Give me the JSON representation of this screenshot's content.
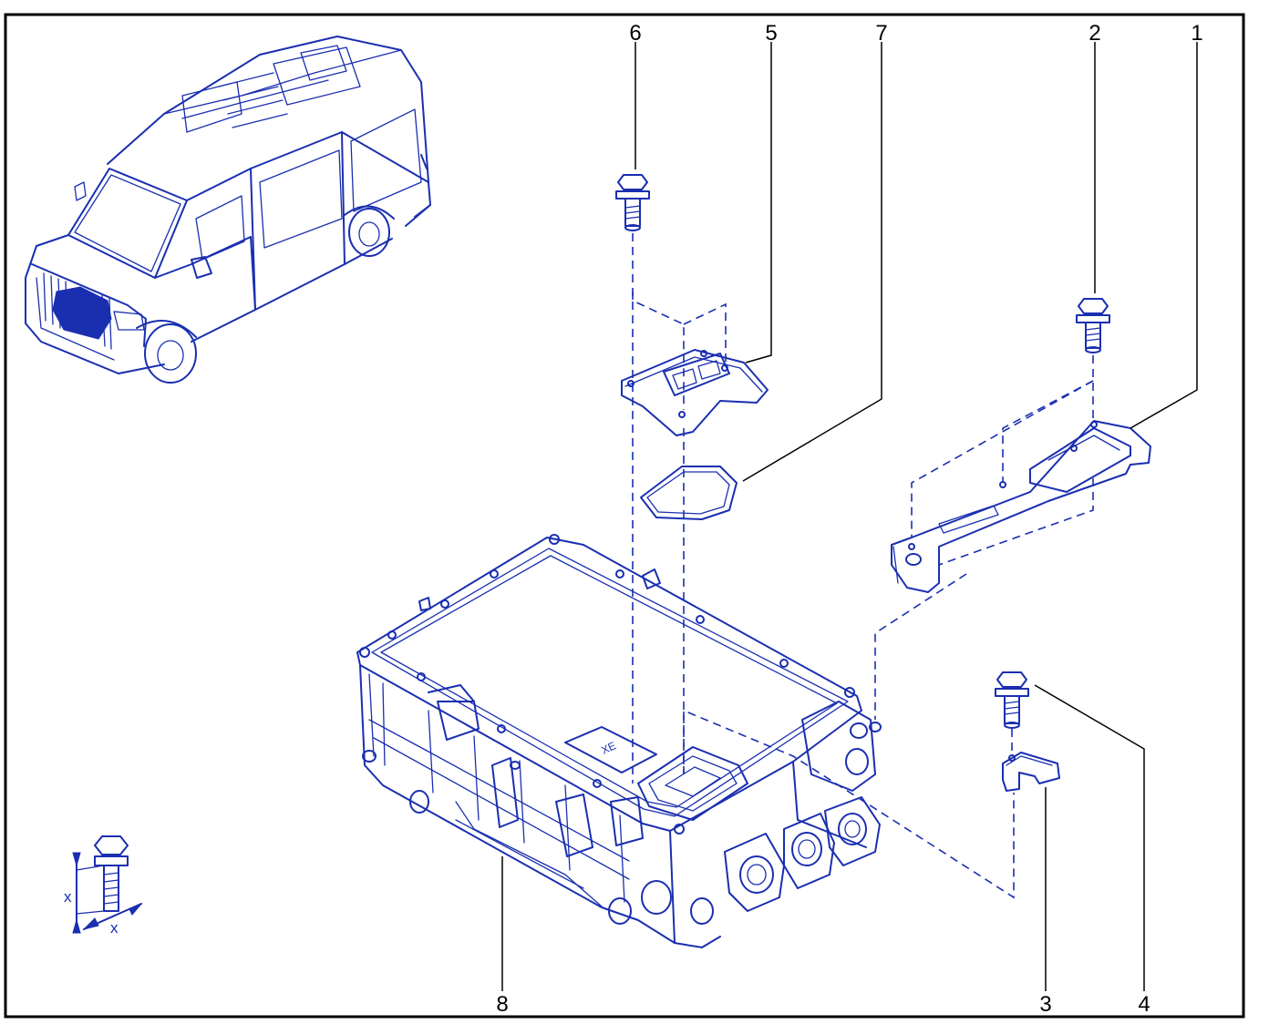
{
  "callouts": [
    {
      "id": "callout-6",
      "number": "6"
    },
    {
      "id": "callout-5",
      "number": "5"
    },
    {
      "id": "callout-7",
      "number": "7"
    },
    {
      "id": "callout-2",
      "number": "2"
    },
    {
      "id": "callout-1",
      "number": "1"
    },
    {
      "id": "callout-8",
      "number": "8"
    },
    {
      "id": "callout-3",
      "number": "3"
    },
    {
      "id": "callout-4",
      "number": "4"
    }
  ],
  "bolt_dimension": {
    "length_label": "x",
    "diameter_label": "x"
  },
  "unit_plate_text": "XE",
  "colors": {
    "ink": "#1a2fb0",
    "frame": "#000000",
    "background": "#ffffff"
  }
}
